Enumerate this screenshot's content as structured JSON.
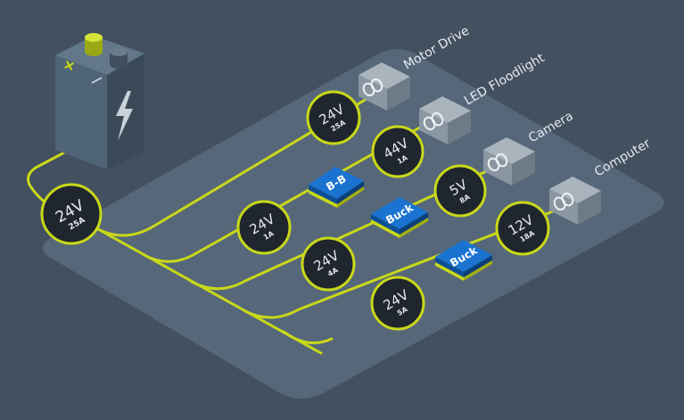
{
  "colors": {
    "background": "#43505f",
    "platform": "#56687a",
    "wire": "#c9d819",
    "badge_fill": "#1f262e",
    "converter_blue": "#1a73d0",
    "converter_yellow": "#c9d819",
    "battery_body": "#4f6476",
    "battery_terminal_pos": "#c9d819",
    "battery_terminal_neg": "#5c6d7d",
    "device_box": "#8a97a2",
    "text_light": "#e6eaee",
    "bolt": "#c9d2d9"
  },
  "battery": {
    "plus_symbol": "+",
    "minus_symbol": "—",
    "bolt_icon": "lightning-bolt-icon"
  },
  "main_bus": {
    "voltage": "24V",
    "current": "25A"
  },
  "branches": [
    {
      "id": "motor-drive",
      "device": "Motor Drive",
      "icon": "infinity-icon",
      "badges": [
        {
          "voltage": "24V",
          "current": "25A"
        }
      ],
      "converter": null
    },
    {
      "id": "led-floodlight",
      "device": "LED Floodlight",
      "icon": "infinity-icon",
      "badges": [
        {
          "voltage": "24V",
          "current": "1A"
        },
        {
          "voltage": "44V",
          "current": "1A"
        }
      ],
      "converter": "B-B"
    },
    {
      "id": "camera",
      "device": "Camera",
      "icon": "infinity-icon",
      "badges": [
        {
          "voltage": "24V",
          "current": "4A"
        },
        {
          "voltage": "5V",
          "current": "8A"
        }
      ],
      "converter": "Buck"
    },
    {
      "id": "computer",
      "device": "Computer",
      "icon": "infinity-icon",
      "badges": [
        {
          "voltage": "24V",
          "current": "5A"
        },
        {
          "voltage": "12V",
          "current": "18A"
        }
      ],
      "converter": "Buck"
    }
  ]
}
